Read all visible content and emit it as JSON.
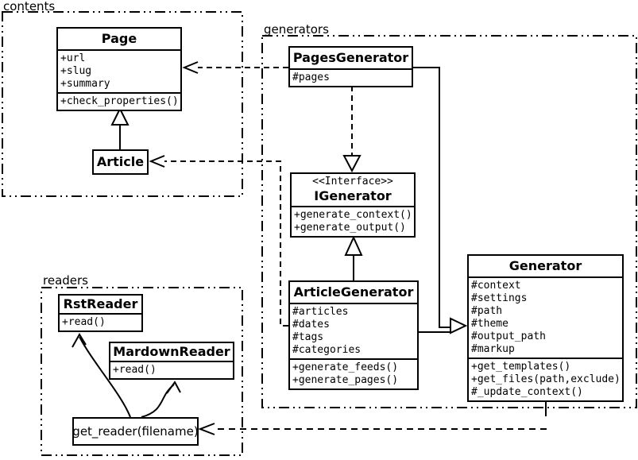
{
  "packages": {
    "contents": "contents",
    "generators": "generators",
    "readers": "readers"
  },
  "classes": {
    "page": {
      "name": "Page",
      "attributes": [
        "+url",
        "+slug",
        "+summary"
      ],
      "methods": [
        "+check_properties()"
      ]
    },
    "article": {
      "name": "Article"
    },
    "pages_generator": {
      "name": "PagesGenerator",
      "attributes": [
        "#pages"
      ]
    },
    "igenerator": {
      "stereotype": "<<Interface>>",
      "name": "IGenerator",
      "methods": [
        "+generate_context()",
        "+generate_output()"
      ]
    },
    "article_generator": {
      "name": "ArticleGenerator",
      "attributes": [
        "#articles",
        "#dates",
        "#tags",
        "#categories"
      ],
      "methods": [
        "+generate_feeds()",
        "+generate_pages()"
      ]
    },
    "generator": {
      "name": "Generator",
      "attributes": [
        "#context",
        "#settings",
        "#path",
        "#theme",
        "#output_path",
        "#markup"
      ],
      "methods": [
        "+get_templates()",
        "+get_files(path,exclude)",
        "#_update_context()"
      ]
    },
    "rst_reader": {
      "name": "RstReader",
      "methods": [
        "+read()"
      ]
    },
    "mardown_reader": {
      "name": "MardownReader",
      "methods": [
        "+read()"
      ]
    },
    "get_reader": {
      "name": "get_reader(filename)"
    }
  },
  "relationships": [
    {
      "from": "Article",
      "to": "Page",
      "type": "inheritance"
    },
    {
      "from": "PagesGenerator",
      "to": "Page",
      "type": "dependency-dashed"
    },
    {
      "from": "ArticleGenerator",
      "to": "Article",
      "type": "dependency-dashed"
    },
    {
      "from": "PagesGenerator",
      "to": "IGenerator",
      "type": "realization-dashed"
    },
    {
      "from": "ArticleGenerator",
      "to": "IGenerator",
      "type": "realization"
    },
    {
      "from": "PagesGenerator",
      "to": "Generator",
      "type": "inheritance"
    },
    {
      "from": "ArticleGenerator",
      "to": "Generator",
      "type": "inheritance"
    },
    {
      "from": "Generator",
      "to": "get_reader(filename)",
      "type": "dependency-dashed"
    },
    {
      "from": "get_reader(filename)",
      "to": "RstReader",
      "type": "arrow-curved"
    },
    {
      "from": "get_reader(filename)",
      "to": "MardownReader",
      "type": "arrow-curved"
    }
  ],
  "colors": {
    "line": "#000000",
    "background": "#ffffff",
    "box_fill": "#ffffff"
  }
}
